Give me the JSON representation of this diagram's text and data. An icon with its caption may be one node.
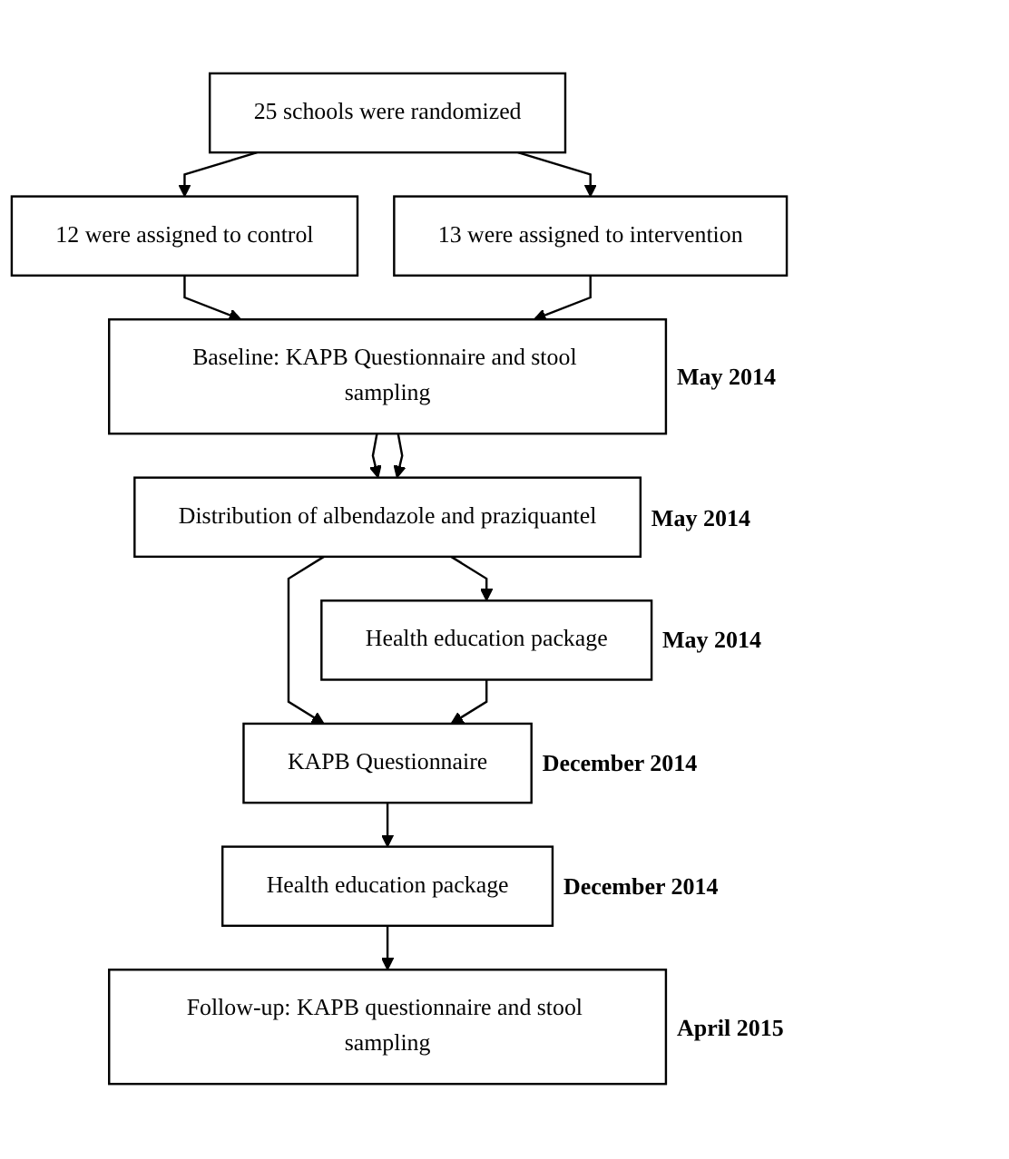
{
  "diagram": {
    "nodes": [
      {
        "text": [
          "25 schools were randomized"
        ]
      },
      {
        "text": [
          "12 were assigned to control"
        ]
      },
      {
        "text": [
          "13 were assigned to intervention"
        ]
      },
      {
        "text": [
          "Baseline: KAPB Questionnaire and stool sampling"
        ],
        "beside": [
          "May 2014"
        ]
      },
      {
        "text": [
          "Distribution of albendazole and praziquantel"
        ],
        "beside": [
          "May 2014"
        ]
      },
      {
        "text": [
          "Health education package"
        ],
        "beside": [
          "May 2014"
        ]
      },
      {
        "text": [
          "KAPB Questionnaire"
        ],
        "beside": [
          "December 2014"
        ]
      },
      {
        "text": [
          "Health education package"
        ],
        "beside": [
          "December 2014"
        ]
      },
      {
        "text": [
          "Follow-up: KAPB questionnaire and stool sampling"
        ],
        "beside": [
          "April 2015"
        ]
      }
    ],
    "edges": [
      {
        "from": 0,
        "to": 1,
        "arrow": "to"
      },
      {
        "from": 0,
        "to": 2,
        "arrow": "to"
      },
      {
        "from": 1,
        "to": 3,
        "arrow": "to"
      },
      {
        "from": 2,
        "to": 3,
        "arrow": "to"
      },
      {
        "from": 3,
        "to": 4,
        "arrow": "to"
      },
      {
        "from": 3,
        "to": 4,
        "arrow": "to"
      },
      {
        "from": 4,
        "to": 6,
        "arrow": "to"
      },
      {
        "from": 4,
        "to": 5,
        "arrow": "to"
      },
      {
        "from": 5,
        "to": 6,
        "arrow": "to"
      },
      {
        "from": 6,
        "to": 7,
        "arrow": "to"
      },
      {
        "from": 7,
        "to": 8,
        "arrow": "to"
      }
    ]
  }
}
